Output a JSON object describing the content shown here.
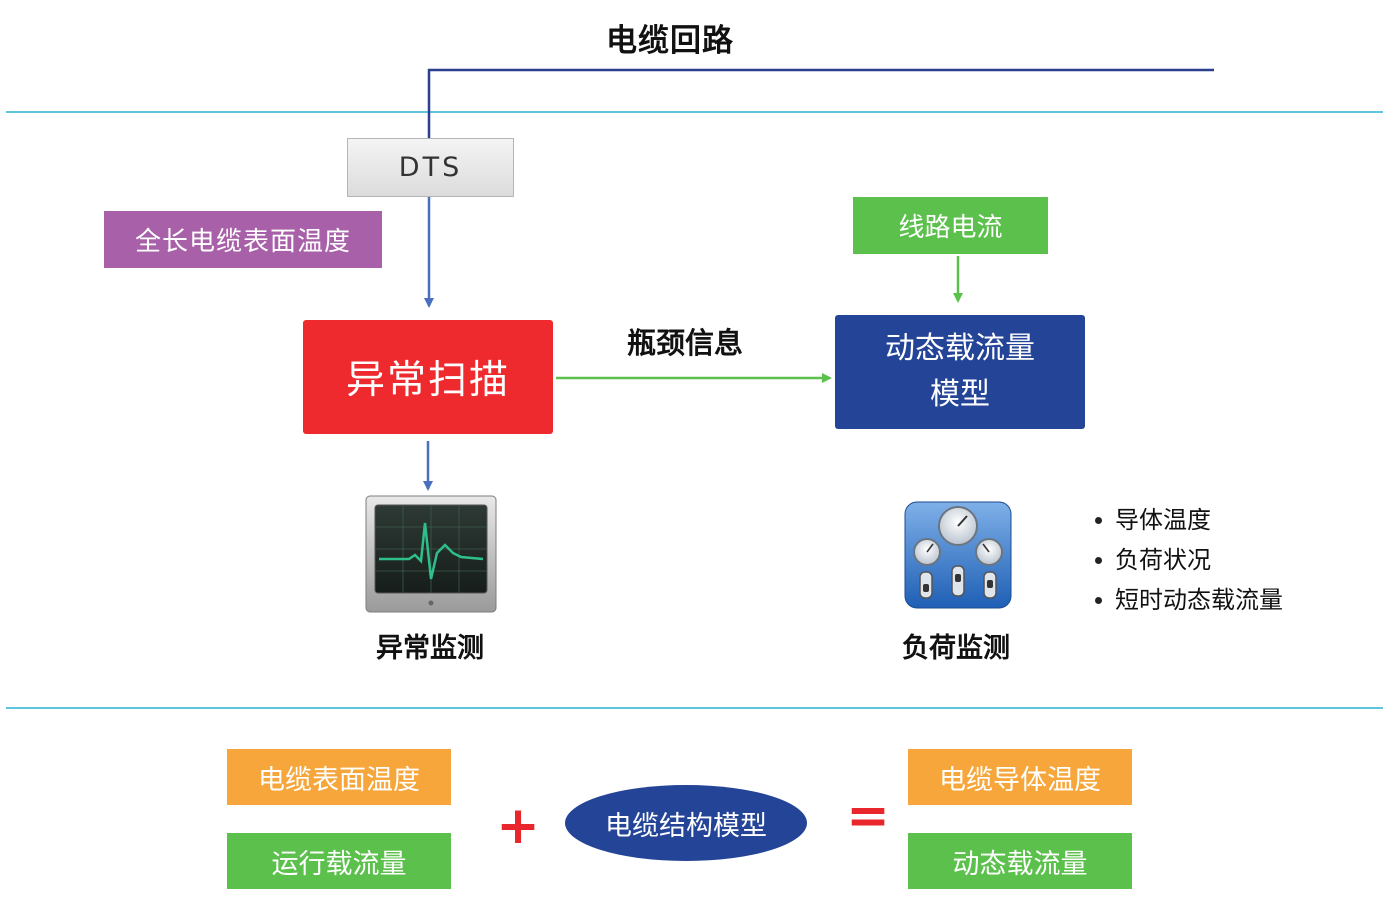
{
  "title": "电缆回路",
  "dts": "DTS",
  "surface_temp_full": "全长电缆表面温度",
  "line_current": "线路电流",
  "anomaly_scan": "异常扫描",
  "bottleneck_info": "瓶颈信息",
  "dynamic_model": {
    "line1": "动态载流量",
    "line2": "模型"
  },
  "anomaly_monitor": "异常监测",
  "load_monitor": "负荷监测",
  "load_items": [
    "导体温度",
    "负荷状况",
    "短时动态载流量"
  ],
  "formula": {
    "input_surface_temp": "电缆表面温度",
    "input_running_load": "运行载流量",
    "plus": "+",
    "structure_model": "电缆结构模型",
    "equals": "=",
    "output_conductor_temp": "电缆导体温度",
    "output_dynamic_load": "动态载流量"
  },
  "colors": {
    "purple_label": "#a861a9",
    "green_box": "#5cc04d",
    "red_box": "#ee2a2f",
    "blue_box": "#244498",
    "orange_box": "#f6a63a",
    "divider": "#5ec6dc",
    "cable_line": "#2b3f8f",
    "arrow_blue": "#4a6fbf",
    "arrow_green": "#5cc04d",
    "operator_red": "#e8262b"
  },
  "icons": {
    "monitor": "heartbeat-monitor-icon",
    "gauge": "gauge-panel-icon"
  }
}
